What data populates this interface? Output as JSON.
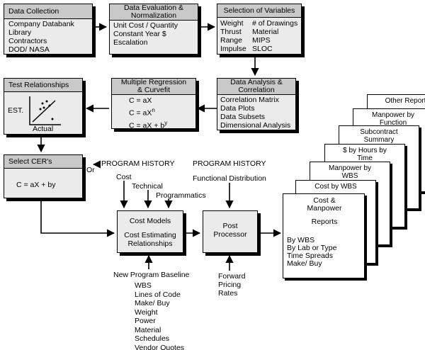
{
  "data_collection": {
    "title": "Data Collection",
    "items": [
      "Company Databank",
      "Library",
      "Contractors",
      "DOD/ NASA"
    ]
  },
  "data_evaluation": {
    "title": "Data Evaluation &\nNormalization",
    "items": [
      "Unit Cost / Quantity",
      "Constant Year $",
      "Escalation"
    ]
  },
  "selection_of_variables": {
    "title": "Selection of Variables",
    "col1": [
      "Weight",
      "Thrust",
      "Range",
      "Impulse"
    ],
    "col2": [
      "# of Drawings",
      "Material",
      "MIPS",
      "SLOC"
    ]
  },
  "data_analysis": {
    "title": "Data Analysis &\nCorrelation",
    "items": [
      "Correlation Matrix",
      "Data Plots",
      "Data Subsets",
      "Dimensional Analysis"
    ]
  },
  "multiple_regression": {
    "title": "Multiple Regression\n& Curvefit",
    "eq1": "C = aX",
    "eq2_base": "C = aX",
    "eq2_sup": "n",
    "eq3_base": "C = aX + b",
    "eq3_sup": "y"
  },
  "test_relationships": {
    "title": "Test Relationships",
    "est_label": "EST.",
    "actual_label": "Actual"
  },
  "select_cers": {
    "title": "Select CER's",
    "equation": "C = aX + by",
    "or_label": "Or"
  },
  "cost_models": {
    "line1": "Cost Models",
    "line2": "Cost Estimating",
    "line3": "Relationships"
  },
  "post_processor": {
    "line1": "Post",
    "line2": "Processor"
  },
  "program_history_left": {
    "heading": "PROGRAM HISTORY",
    "inputs": [
      "Cost",
      "Technical",
      "Programmatics"
    ]
  },
  "program_history_right": {
    "heading": "PROGRAM HISTORY",
    "input": "Functional Distribution"
  },
  "new_program_baseline": {
    "heading": "New Program Baseline",
    "items": [
      "WBS",
      "Lines of Code",
      "Make/ Buy",
      "Weight",
      "Power",
      "Material",
      "Schedules",
      "Vendor Quotes"
    ]
  },
  "forward_pricing": {
    "lines": [
      "Forward",
      "Pricing",
      "Rates"
    ]
  },
  "report_stack": [
    "Other Reports",
    "Manpower by\nFunction",
    "Subcontract\nSummary",
    "$ by Hours by\nTime",
    "Manpower by\nWBS",
    "Cost by WBS"
  ],
  "front_report": {
    "title_line1": "Cost &",
    "title_line2": "Manpower",
    "subtitle": "Reports",
    "items": [
      "By WBS",
      "By Lab or Type",
      "Time Spreads",
      "Make/ Buy"
    ]
  },
  "colors": {
    "box_fill": "#ebebeb",
    "header_fill": "#c9c9c9",
    "line": "#000000"
  }
}
